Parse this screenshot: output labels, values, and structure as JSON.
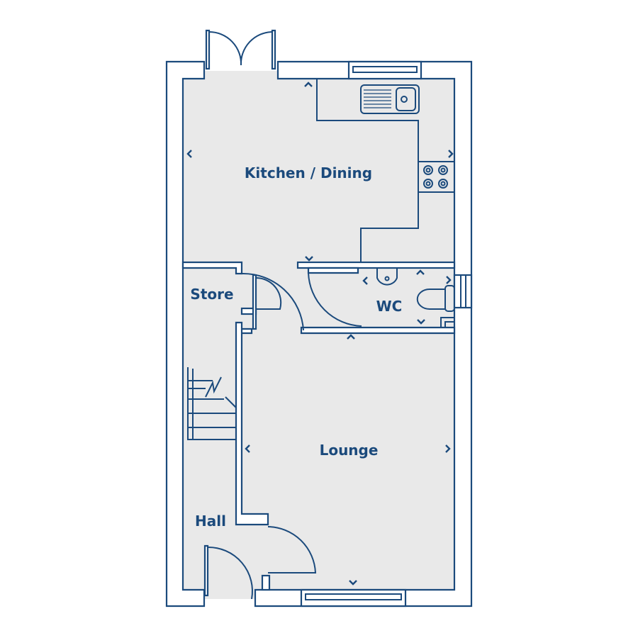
{
  "plan": {
    "rooms": [
      {
        "id": "kitchen",
        "label": "Kitchen / Dining"
      },
      {
        "id": "store",
        "label": "Store"
      },
      {
        "id": "wc",
        "label": "WC"
      },
      {
        "id": "lounge",
        "label": "Lounge"
      },
      {
        "id": "hall",
        "label": "Hall"
      }
    ],
    "colors": {
      "line": "#1b4a7c",
      "floor": "#e9e9e9",
      "wall": "#ffffff"
    }
  }
}
